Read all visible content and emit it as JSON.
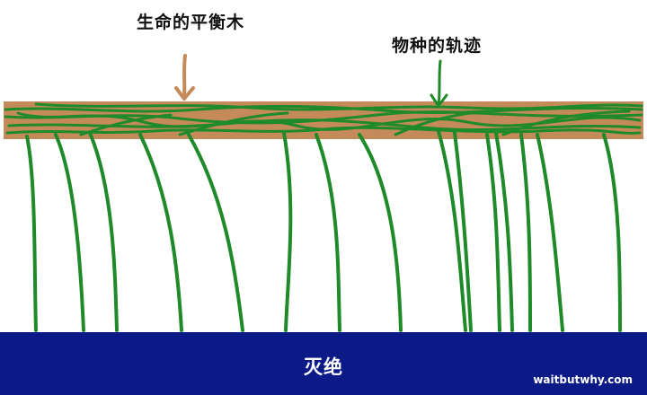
{
  "labels": {
    "beam": "生命的平衡木",
    "tracks": "物种的轨迹",
    "extinction": "灭绝",
    "watermark": "waitbutwhy.com"
  },
  "colors": {
    "beam_fill": "#c48a5a",
    "beam_stroke": "#b07a4c",
    "species_line": "#1f8a2a",
    "extinction_band": "#0b1a86",
    "background": "#ffffff",
    "arrow_beam": "#c48a5a",
    "arrow_tracks": "#1f8a2a"
  }
}
